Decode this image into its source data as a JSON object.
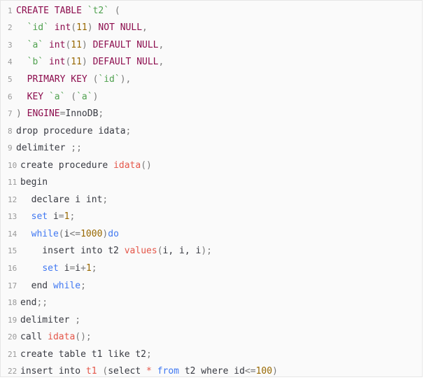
{
  "code_lines": [
    {
      "n": "1",
      "tokens": [
        [
          "kwr",
          "CREATE TABLE "
        ],
        [
          "str",
          "`t2`"
        ],
        [
          "pn",
          " ("
        ]
      ]
    },
    {
      "n": "2",
      "tokens": [
        [
          "tx",
          "  "
        ],
        [
          "str",
          "`id`"
        ],
        [
          "tx",
          " "
        ],
        [
          "kwr",
          "int"
        ],
        [
          "pn",
          "("
        ],
        [
          "num",
          "11"
        ],
        [
          "pn",
          ")"
        ],
        [
          "kwr",
          " NOT NULL"
        ],
        [
          "pn",
          ","
        ]
      ]
    },
    {
      "n": "3",
      "tokens": [
        [
          "tx",
          "  "
        ],
        [
          "str",
          "`a`"
        ],
        [
          "tx",
          " "
        ],
        [
          "kwr",
          "int"
        ],
        [
          "pn",
          "("
        ],
        [
          "num",
          "11"
        ],
        [
          "pn",
          ")"
        ],
        [
          "kwr",
          " DEFAULT NULL"
        ],
        [
          "pn",
          ","
        ]
      ]
    },
    {
      "n": "4",
      "tokens": [
        [
          "tx",
          "  "
        ],
        [
          "str",
          "`b`"
        ],
        [
          "tx",
          " "
        ],
        [
          "kwr",
          "int"
        ],
        [
          "pn",
          "("
        ],
        [
          "num",
          "11"
        ],
        [
          "pn",
          ")"
        ],
        [
          "kwr",
          " DEFAULT NULL"
        ],
        [
          "pn",
          ","
        ]
      ]
    },
    {
      "n": "5",
      "tokens": [
        [
          "tx",
          "  "
        ],
        [
          "kwr",
          "PRIMARY KEY "
        ],
        [
          "pn",
          "("
        ],
        [
          "str",
          "`id`"
        ],
        [
          "pn",
          "),"
        ]
      ]
    },
    {
      "n": "6",
      "tokens": [
        [
          "tx",
          "  "
        ],
        [
          "kwr",
          "KEY "
        ],
        [
          "str",
          "`a`"
        ],
        [
          "pn",
          " ("
        ],
        [
          "str",
          "`a`"
        ],
        [
          "pn",
          ")"
        ]
      ]
    },
    {
      "n": "7",
      "tokens": [
        [
          "pn",
          ") "
        ],
        [
          "kwr",
          "ENGINE"
        ],
        [
          "pn",
          "="
        ],
        [
          "tx",
          "InnoDB"
        ],
        [
          "pn",
          ";"
        ]
      ]
    },
    {
      "n": "8",
      "tokens": [
        [
          "tx",
          "drop procedure idata"
        ],
        [
          "pn",
          ";"
        ]
      ]
    },
    {
      "n": "9",
      "tokens": [
        [
          "tx",
          "delimiter "
        ],
        [
          "pn",
          ";;"
        ]
      ]
    },
    {
      "n": "10",
      "tokens": [
        [
          "tx",
          "create procedure "
        ],
        [
          "fn",
          "idata"
        ],
        [
          "pn",
          "()"
        ]
      ]
    },
    {
      "n": "11",
      "tokens": [
        [
          "tx",
          "begin"
        ]
      ]
    },
    {
      "n": "12",
      "tokens": [
        [
          "tx",
          "  declare i int"
        ],
        [
          "pn",
          ";"
        ]
      ]
    },
    {
      "n": "13",
      "tokens": [
        [
          "tx",
          "  "
        ],
        [
          "bl",
          "set"
        ],
        [
          "tx",
          " i"
        ],
        [
          "pn",
          "="
        ],
        [
          "num",
          "1"
        ],
        [
          "pn",
          ";"
        ]
      ]
    },
    {
      "n": "14",
      "tokens": [
        [
          "tx",
          "  "
        ],
        [
          "bl",
          "while"
        ],
        [
          "pn",
          "("
        ],
        [
          "tx",
          "i"
        ],
        [
          "pn",
          "<="
        ],
        [
          "num",
          "1000"
        ],
        [
          "pn",
          ")"
        ],
        [
          "bl",
          "do"
        ]
      ]
    },
    {
      "n": "15",
      "tokens": [
        [
          "tx",
          "    insert into t2 "
        ],
        [
          "fn",
          "values"
        ],
        [
          "pn",
          "("
        ],
        [
          "tx",
          "i, i, i"
        ],
        [
          "pn",
          ");"
        ]
      ]
    },
    {
      "n": "16",
      "tokens": [
        [
          "tx",
          "    "
        ],
        [
          "bl",
          "set"
        ],
        [
          "tx",
          " i"
        ],
        [
          "pn",
          "="
        ],
        [
          "tx",
          "i"
        ],
        [
          "pn",
          "+"
        ],
        [
          "num",
          "1"
        ],
        [
          "pn",
          ";"
        ]
      ]
    },
    {
      "n": "17",
      "tokens": [
        [
          "tx",
          "  end "
        ],
        [
          "bl",
          "while"
        ],
        [
          "pn",
          ";"
        ]
      ]
    },
    {
      "n": "18",
      "tokens": [
        [
          "tx",
          "end"
        ],
        [
          "pn",
          ";;"
        ]
      ]
    },
    {
      "n": "19",
      "tokens": [
        [
          "tx",
          "delimiter "
        ],
        [
          "pn",
          ";"
        ]
      ]
    },
    {
      "n": "20",
      "tokens": [
        [
          "tx",
          "call "
        ],
        [
          "fn",
          "idata"
        ],
        [
          "pn",
          "();"
        ]
      ]
    },
    {
      "n": "21",
      "tokens": [
        [
          "tx",
          "create table t1 like t2"
        ],
        [
          "pn",
          ";"
        ]
      ]
    },
    {
      "n": "22",
      "tokens": [
        [
          "tx",
          "insert into "
        ],
        [
          "fn",
          "t1"
        ],
        [
          "pn",
          " ("
        ],
        [
          "tx",
          "select "
        ],
        [
          "fn",
          "*"
        ],
        [
          "tx",
          " "
        ],
        [
          "bl",
          "from"
        ],
        [
          "tx",
          " t2 where id"
        ],
        [
          "pn",
          "<="
        ],
        [
          "num",
          "100"
        ],
        [
          "pn",
          ")"
        ]
      ]
    }
  ]
}
